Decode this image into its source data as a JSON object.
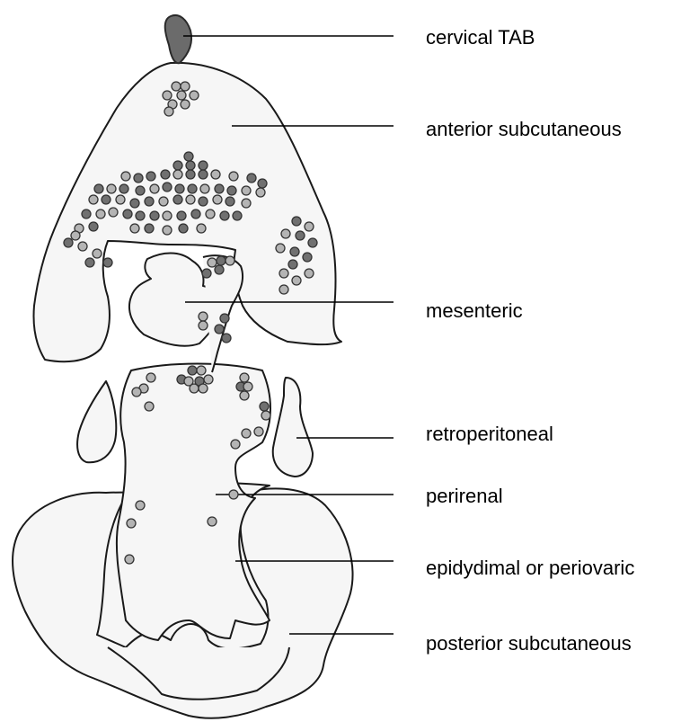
{
  "labels": {
    "cervical": "cervical TAB",
    "anterior": "anterior subcutaneous",
    "mesenteric": "mesenteric",
    "retroperitoneal": "retroperitoneal",
    "perirenal": "perirenal",
    "epidydimal": "epidydimal or periovaric",
    "posterior": "posterior subcutaneous"
  },
  "colors": {
    "depot_fill": "#f6f6f6",
    "outline": "#1a1a1a",
    "dot_light": "#b4b4b4",
    "dot_dark": "#707070",
    "cervical_fill": "#6b6b6b"
  }
}
